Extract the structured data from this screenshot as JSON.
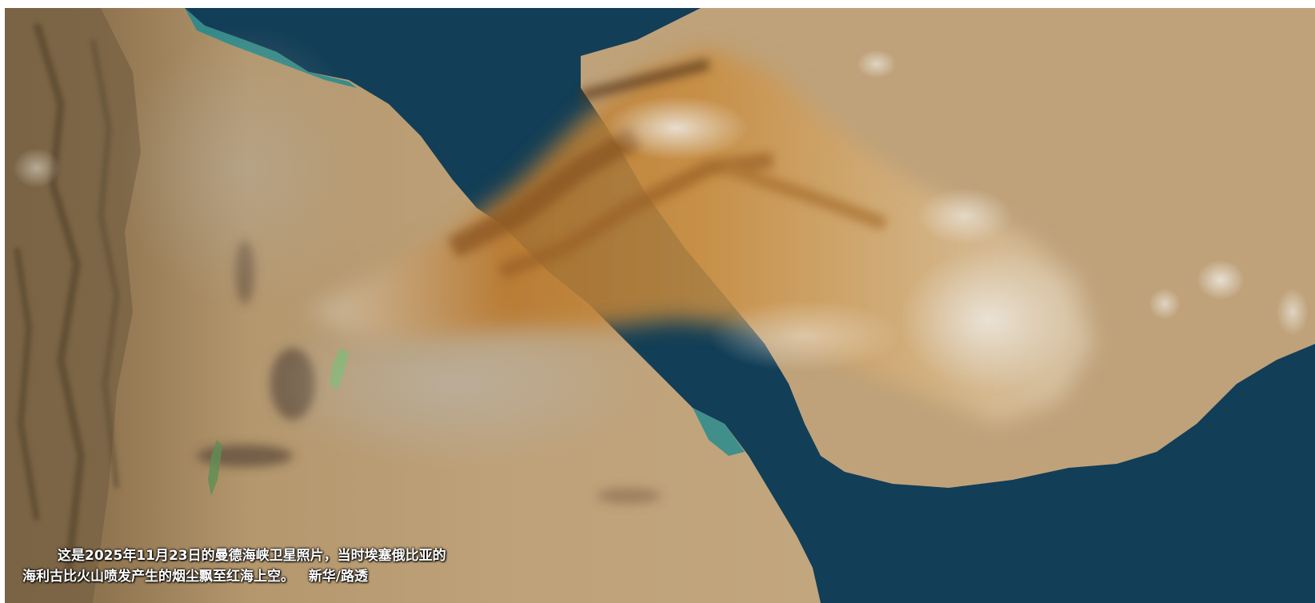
{
  "photo": {
    "icon": "satellite-photo-image",
    "colors": {
      "sea": "#123e57",
      "coast": "#1f8a8f",
      "land": "#b8966a",
      "highland": "#8a6e4a",
      "plume_brown": "#b3762c",
      "plume_light": "#dccbb1",
      "cloud": "#f4f2ee",
      "lake": "#7fb56a"
    }
  },
  "caption": {
    "line1": "这是2025年11月23日的曼德海峡卫星照片，当时埃塞俄比亚的",
    "line2": "海利古比火山喷发产生的烟尘飘至红海上空。   新华/路透"
  }
}
